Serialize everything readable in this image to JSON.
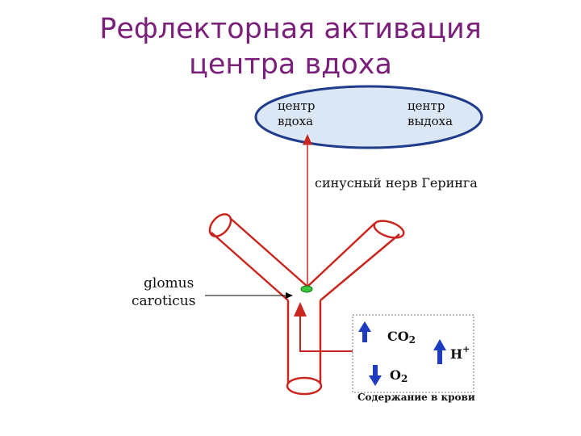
{
  "title": {
    "line1": "Рефлекторная активация",
    "line2": "центра вдоха"
  },
  "center": {
    "inhale_line1": "центр",
    "inhale_line2": "вдоха",
    "exhale_line1": "центр",
    "exhale_line2": "выдоха"
  },
  "nerve_label": "синусный нерв Геринга",
  "glomus": {
    "line1": "glomus",
    "line2": "caroticus"
  },
  "blood": {
    "co2": "CO",
    "co2_sub": "2",
    "o2": "O",
    "o2_sub": "2",
    "h": "H",
    "h_sup": "+",
    "caption": "Содержание в крови"
  },
  "colors": {
    "title": "#7a1f7a",
    "vessel": "#c8261e",
    "ellipse_fill": "#dce7f5",
    "ellipse_stroke": "#1f3b8c",
    "arrow_blue": "#1f3bbf",
    "glomus_fill": "#3cc43c"
  }
}
